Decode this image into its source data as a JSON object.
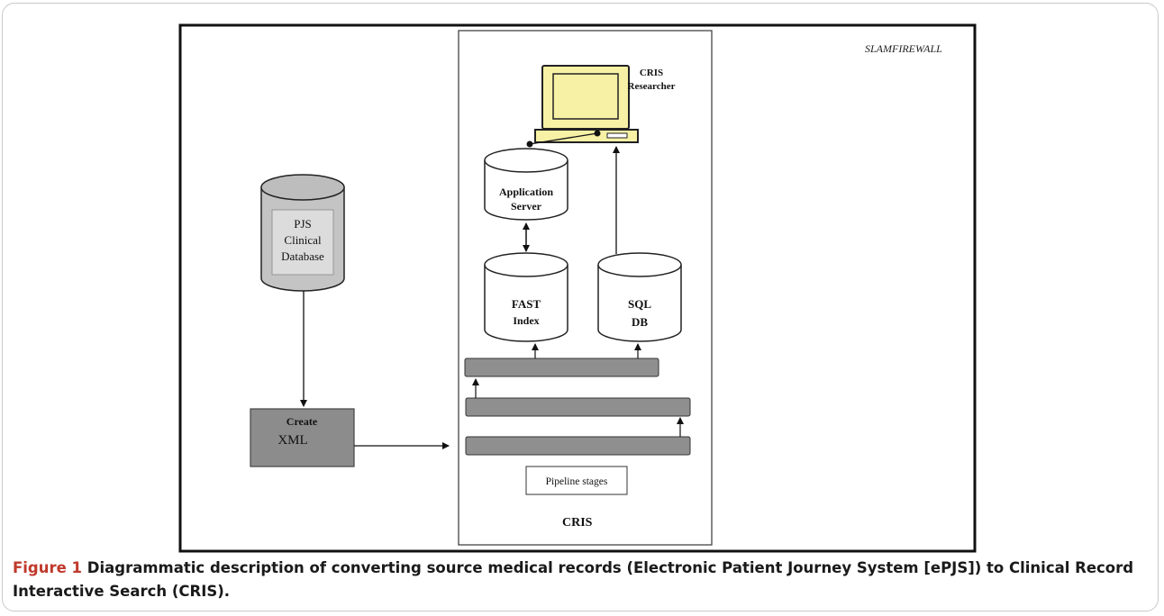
{
  "diagram": {
    "firewall_label": "SLAMFIREWALL",
    "cris_label": "CRIS",
    "researcher_label_line1": "CRIS",
    "researcher_label_line2": "Researcher",
    "app_server_line1": "Application",
    "app_server_line2": "Server",
    "pjs_line1": "PJS",
    "pjs_line2": "Clinical",
    "pjs_line3": "Database",
    "fast_line1": "FAST",
    "fast_line2": "Index",
    "sql_line1": "SQL",
    "sql_line2": "DB",
    "create_line1": "Create",
    "create_line2": "XML",
    "pipeline_label": "Pipeline stages"
  },
  "caption": {
    "label": "Figure 1",
    "text": " Diagrammatic description of converting source medical records (Electronic Patient Journey System [ePJS]) to Clinical Record Interactive Search (CRIS)."
  },
  "colors": {
    "monitor": "#f7f1a6",
    "cylinder_gray": "#c4c4c4",
    "create_box": "#8c8c8c",
    "pipeline_bar": "#8f8f8f"
  }
}
